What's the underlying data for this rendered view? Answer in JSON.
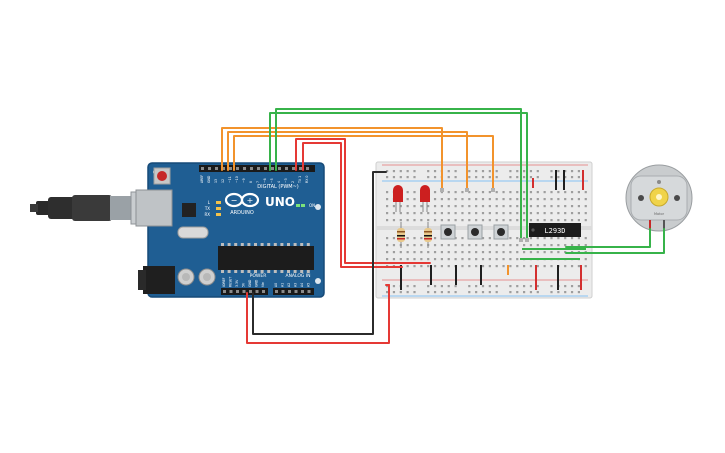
{
  "board": {
    "logo_text": "ARDUINO",
    "model": "UNO",
    "digital_header_label": "DIGITAL (PWM~)",
    "power_header_label": "POWER",
    "analog_header_label": "ANALOG IN",
    "led_labels": [
      "L",
      "TX",
      "RX"
    ],
    "on_label": "ON",
    "top_pin_labels": [
      "AREF",
      "GND",
      "13",
      "12",
      "~11",
      "~10",
      "~9",
      "8",
      "7",
      "~6",
      "~5",
      "4",
      "~3",
      "2",
      "TX 1",
      "RX 0"
    ],
    "power_pin_labels": [
      "IOREF",
      "RESET",
      "3.3V",
      "5V",
      "GND",
      "GND",
      "Vin"
    ],
    "analog_pin_labels": [
      "A0",
      "A1",
      "A2",
      "A3",
      "A4",
      "A5"
    ]
  },
  "driver_chip": {
    "label": "L293D"
  },
  "motor": {
    "label": "Motor"
  },
  "colors": {
    "pcb": "#1f5e93",
    "pcb_edge": "#164a78",
    "wire_orange": "#f2932c",
    "wire_green": "#37b34a",
    "wire_red": "#e53935",
    "wire_black": "#333333",
    "led_red": "#cc1f1f",
    "breadboard": "#ececec",
    "chip": "#1c1c1c"
  }
}
